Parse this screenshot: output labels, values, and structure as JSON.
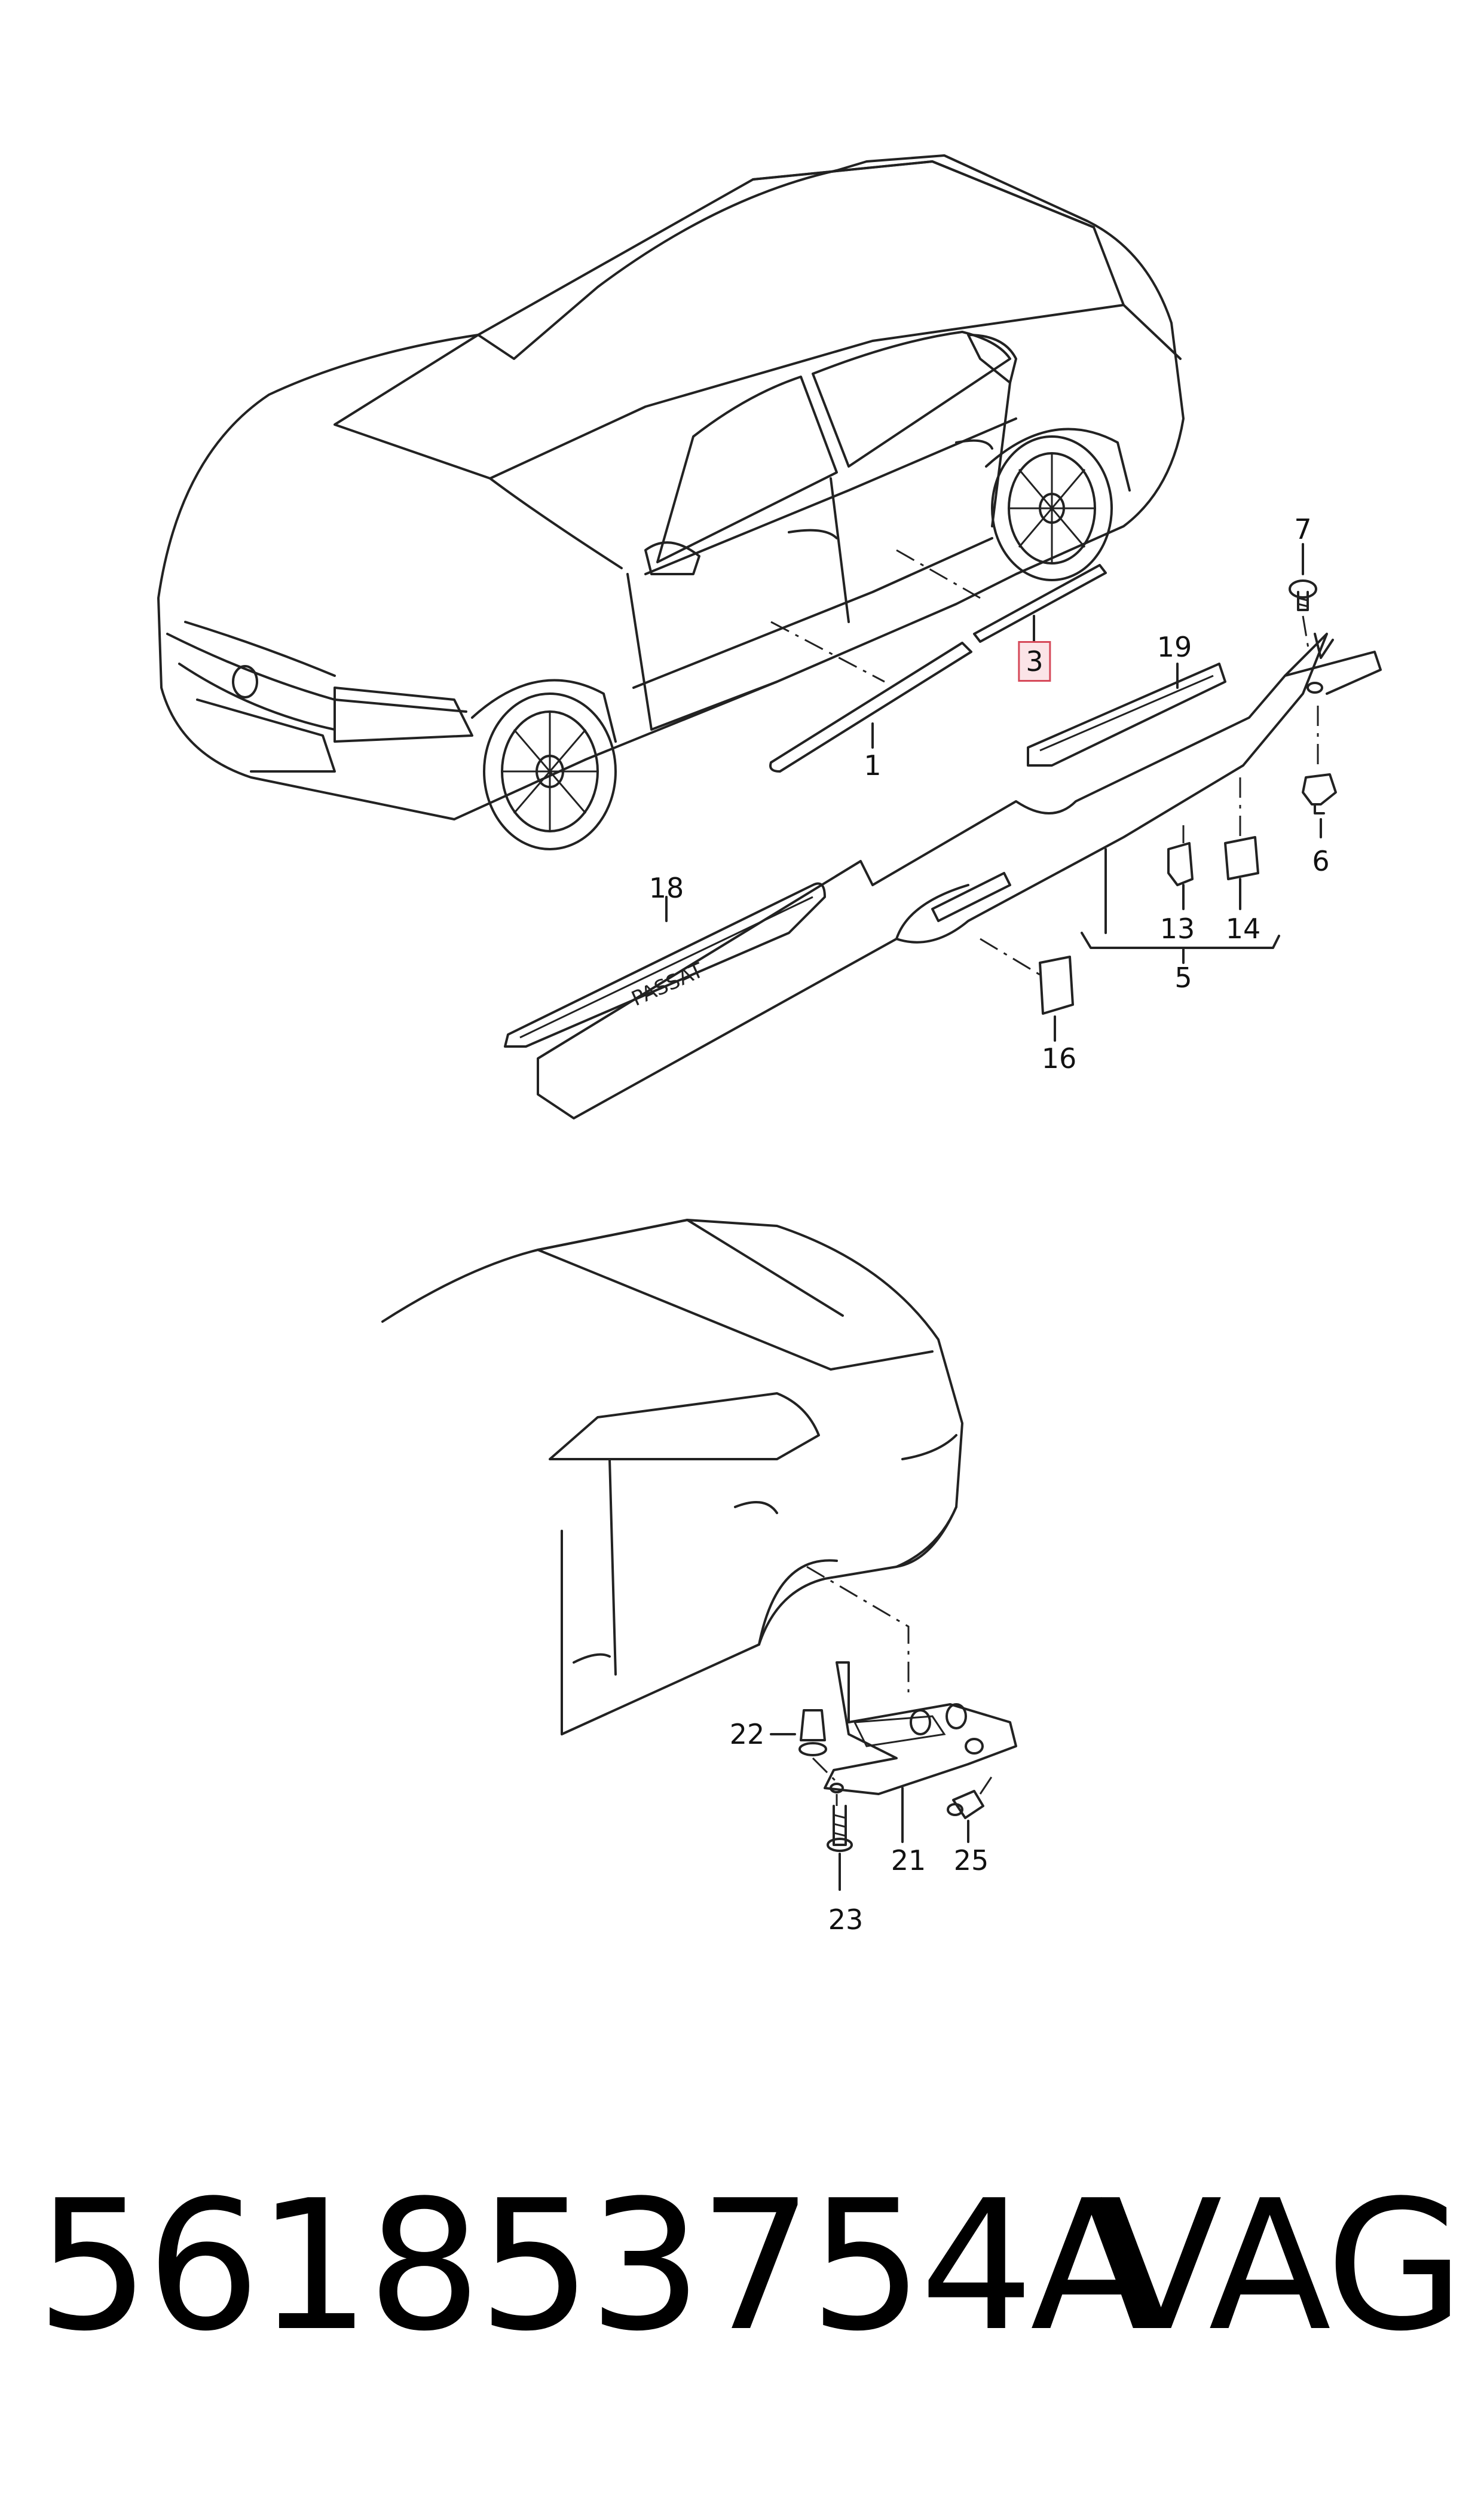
{
  "diagram": {
    "callouts": [
      {
        "id": "1",
        "label": "1",
        "highlighted": false
      },
      {
        "id": "3",
        "label": "3",
        "highlighted": true
      },
      {
        "id": "5",
        "label": "5",
        "highlighted": false
      },
      {
        "id": "6",
        "label": "6",
        "highlighted": false
      },
      {
        "id": "7",
        "label": "7",
        "highlighted": false
      },
      {
        "id": "13",
        "label": "13",
        "highlighted": false
      },
      {
        "id": "14",
        "label": "14",
        "highlighted": false
      },
      {
        "id": "16",
        "label": "16",
        "highlighted": false
      },
      {
        "id": "18",
        "label": "18",
        "highlighted": false
      },
      {
        "id": "19",
        "label": "19",
        "highlighted": false
      },
      {
        "id": "21",
        "label": "21",
        "highlighted": false
      },
      {
        "id": "22",
        "label": "22",
        "highlighted": false
      },
      {
        "id": "23",
        "label": "23",
        "highlighted": false
      },
      {
        "id": "25",
        "label": "25",
        "highlighted": false
      }
    ],
    "sill_plate_text": "PASSAT",
    "highlight_color": "#d64a5a",
    "highlight_fill": "#fbe4e7"
  },
  "footer": {
    "part_number": "561853754A",
    "brand": "VAG"
  }
}
